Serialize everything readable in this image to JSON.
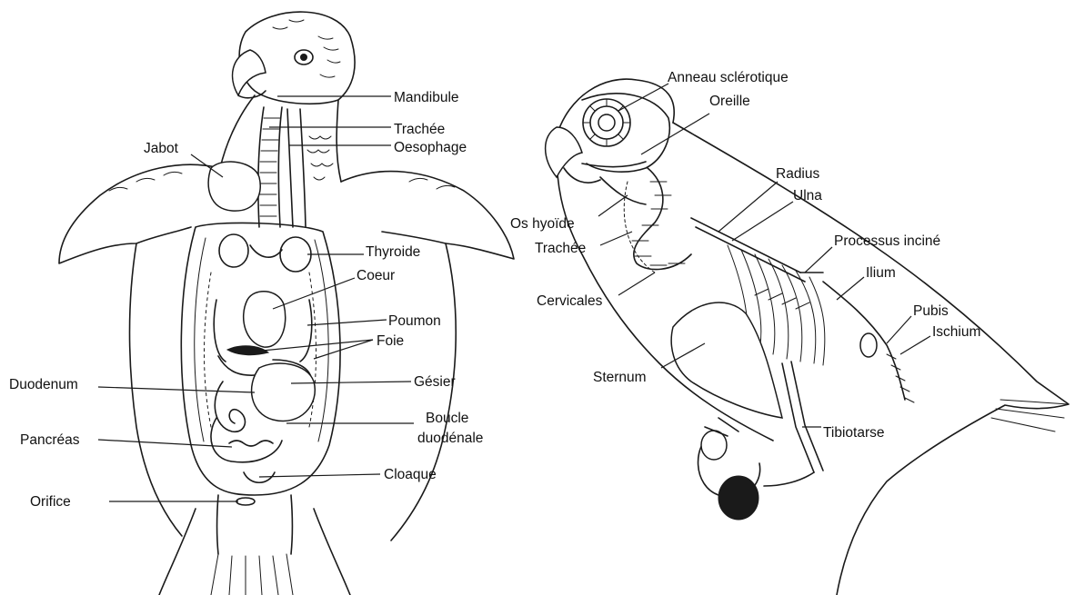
{
  "left_figure": {
    "labels": {
      "mandibule": "Mandibule",
      "trachee": "Trachée",
      "oesophage": "Oesophage",
      "jabot": "Jabot",
      "thyroide": "Thyroide",
      "coeur": "Coeur",
      "poumon": "Poumon",
      "foie": "Foie",
      "duodenum": "Duodenum",
      "gesier": "Gésier",
      "boucle_line1": "Boucle",
      "boucle_line2": "duodénale",
      "pancreas": "Pancréas",
      "cloaque": "Cloaque",
      "orifice": "Orifice"
    }
  },
  "right_figure": {
    "labels": {
      "anneau": "Anneau sclérotique",
      "oreille": "Oreille",
      "radius": "Radius",
      "ulna": "Ulna",
      "os_hyoide": "Os hyoïde",
      "trachee": "Trachée",
      "processus": "Processus inciné",
      "ilium": "Ilium",
      "cervicales": "Cervicales",
      "pubis": "Pubis",
      "ischium": "Ischium",
      "sternum": "Sternum",
      "tibiotarse": "Tibiotarse"
    }
  }
}
